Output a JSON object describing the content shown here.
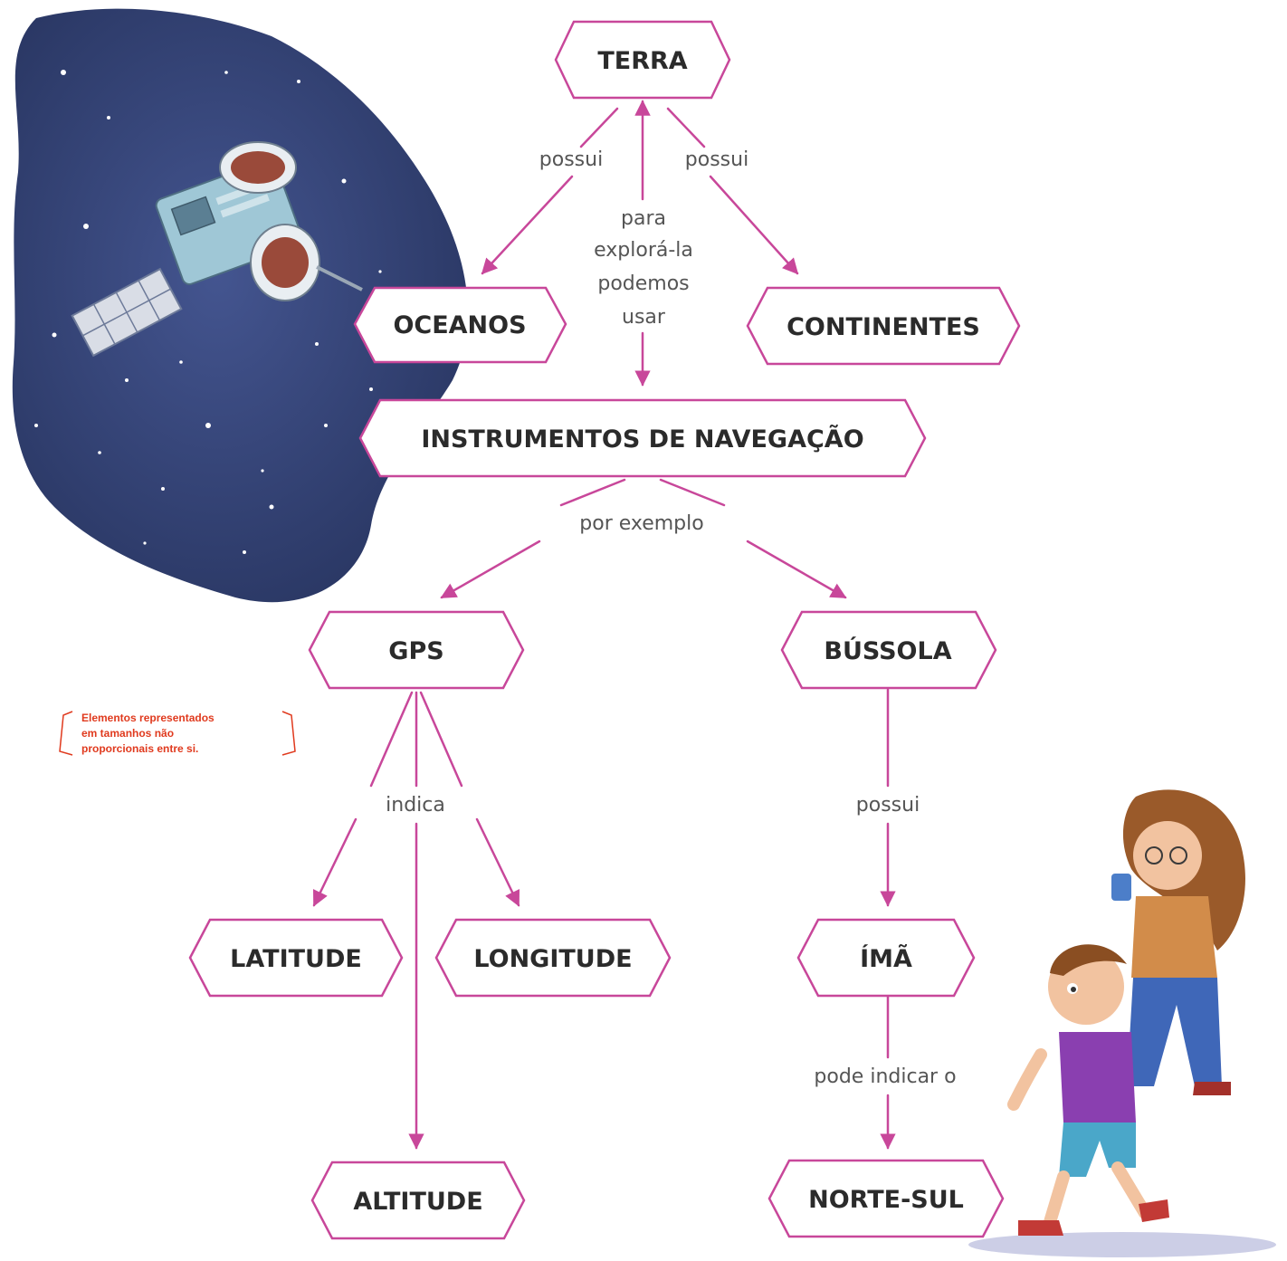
{
  "colors": {
    "accent": "#c8479a",
    "node_text": "#2b2b2b",
    "link_text": "#555555",
    "note_text": "#e03a1e",
    "space_bg": "#2c3d74"
  },
  "nodes": {
    "terra": "TERRA",
    "oceanos": "OCEANOS",
    "continentes": "CONTINENTES",
    "instrumentos": "INSTRUMENTOS DE NAVEGAÇÃO",
    "gps": "GPS",
    "bussola": "BÚSSOLA",
    "latitude": "LATITUDE",
    "longitude": "LONGITUDE",
    "altitude": "ALTITUDE",
    "ima": "ÍMÃ",
    "norte_sul": "NORTE-SUL"
  },
  "links": {
    "possui_left": "possui",
    "possui_right": "possui",
    "para_line1": "para",
    "para_line2": "explorá-la",
    "para_line3": "podemos",
    "para_line4": "usar",
    "por_exemplo": "por exemplo",
    "indica": "indica",
    "possui_bussola": "possui",
    "pode_indicar": "pode indicar o"
  },
  "note": {
    "line1": "Elementos representados",
    "line2": "em tamanhos não",
    "line3": "proporcionais entre si."
  },
  "illustrations": {
    "satellite": "satellite-illustration",
    "children": "children-illustration"
  }
}
